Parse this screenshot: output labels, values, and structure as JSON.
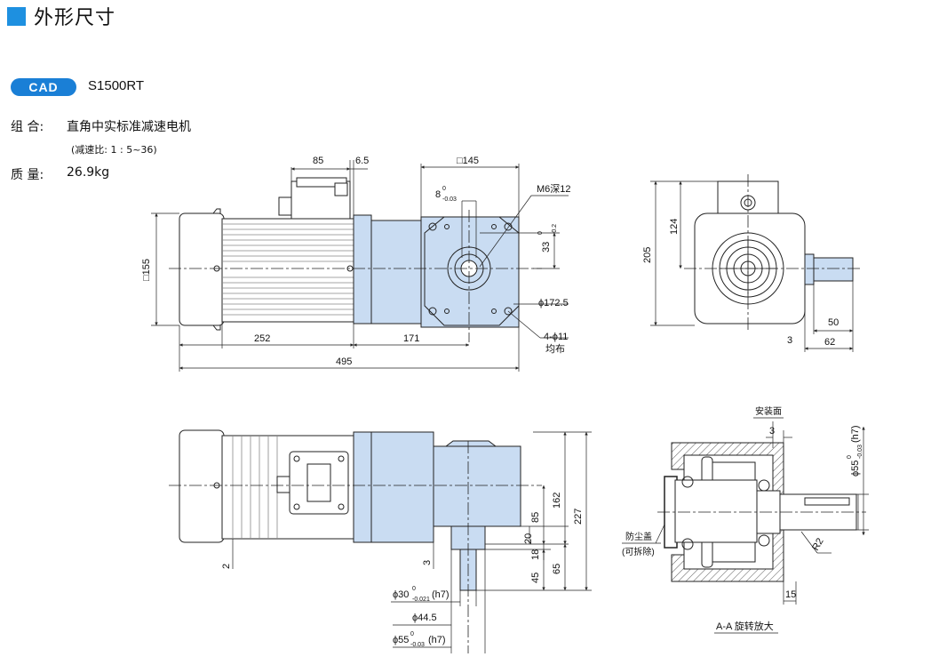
{
  "header": {
    "title": "外形尺寸"
  },
  "cad": {
    "badge": "CAD",
    "model": "S1500RT"
  },
  "specs": {
    "combo_label": "组 合:",
    "combo_value": "直角中实标准减速电机",
    "ratio": "(减速比: 1 : 5~36)",
    "mass_label": "质 量:",
    "mass_value": "26.9kg"
  },
  "dims": {
    "d85": "85",
    "d6_5": "6.5",
    "sq145": "□145",
    "sq155": "□155",
    "d8": "8",
    "d8_tol": "0",
    "d8_tol2": "-0.03",
    "m6": "M6深12",
    "d33": "33",
    "d33_tol": "0",
    "d33_tol2": "-0.2",
    "phi172": "ϕ172.5",
    "d252": "252",
    "d171": "171",
    "d495": "495",
    "holes": "4-ϕ11",
    "holes2": "均布",
    "d205": "205",
    "d124": "124",
    "d50": "50",
    "d3a": "3",
    "d62": "62",
    "d162": "162",
    "d227": "227",
    "d85b": "85",
    "d20": "20",
    "d18": "18",
    "d45": "45",
    "d65": "65",
    "d3b": "3",
    "d2": "2",
    "phi30": "ϕ30",
    "phi30_tol": "0",
    "phi30_tol2": "-0.021",
    "phi30_fit": "(h7)",
    "phi44": "ϕ44.5",
    "phi55": "ϕ55",
    "phi55_tol": "0",
    "phi55_tol2": "-0.03",
    "phi55_fit": "(h7)",
    "mount_face": "安装面",
    "d3c": "3",
    "phi55v": "ϕ55",
    "phi55v_tol": "0",
    "phi55v_tol2": "-0.03",
    "phi55v_fit": "(h7)",
    "dust1": "防尘盖",
    "dust2": "(可拆除)",
    "r2": "R2",
    "d15": "15",
    "section": "A-A  旋转放大"
  },
  "colors": {
    "accent": "#1e90e0",
    "gearbox": "#c9dcf2",
    "line": "#222222"
  }
}
